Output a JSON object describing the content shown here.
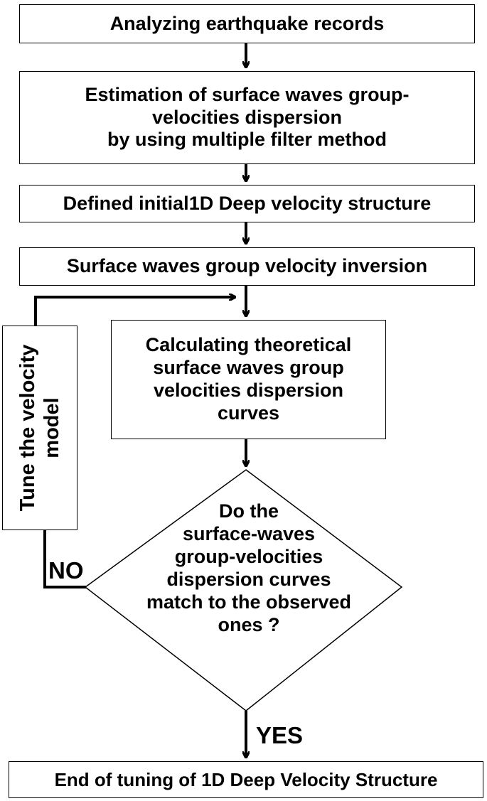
{
  "flowchart": {
    "step1": "Analyzing earthquake records",
    "step2": "Estimation of surface waves group-\nvelocities dispersion\nby using multiple filter method",
    "step3": "Defined initial1D Deep velocity structure",
    "step4": "Surface waves group velocity inversion",
    "step5": "Calculating theoretical\nsurface waves group\nvelocities dispersion\ncurves",
    "decision": "Do the\nsurface-waves\ngroup-velocities\ndispersion curves\nmatch to the observed\nones ?",
    "tune": "Tune the velocity\nmodel",
    "no_label": "NO",
    "yes_label": "YES",
    "end": "End of tuning of 1D Deep Velocity Structure"
  },
  "colors": {
    "stroke": "#000000",
    "fill": "#ffffff"
  }
}
